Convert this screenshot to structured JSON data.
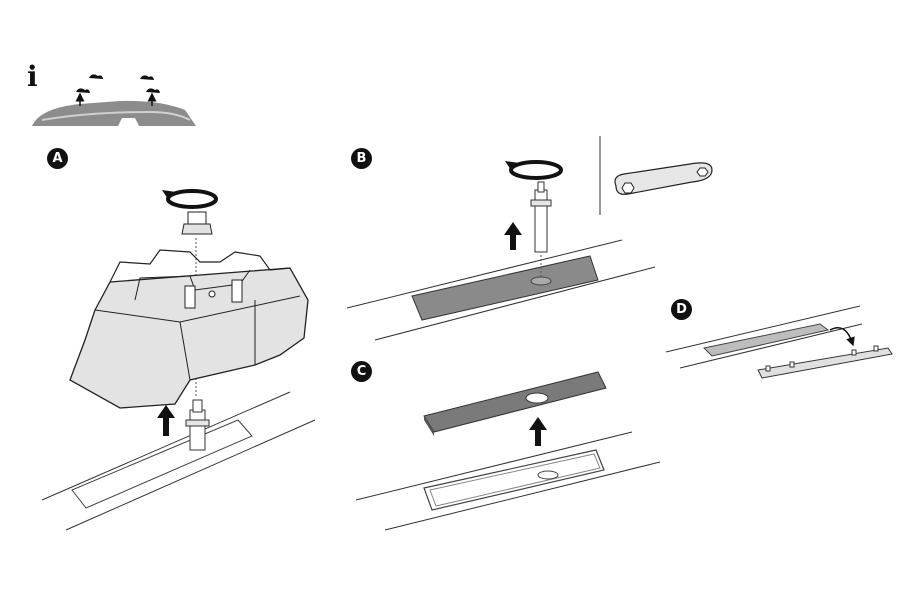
{
  "info": {
    "glyph": "i",
    "icon": "info-icon"
  },
  "steps": [
    {
      "id": "A",
      "label": "A"
    },
    {
      "id": "B",
      "label": "B"
    },
    {
      "id": "C",
      "label": "C"
    },
    {
      "id": "D",
      "label": "D"
    }
  ],
  "colors": {
    "ink": "#111111",
    "grey_plate": "#8a8a8a",
    "grey_foot": "#d9d9d9",
    "roof": "#8c8c8c",
    "line": "#333333"
  },
  "icons": [
    "info-icon",
    "rotate-icon",
    "arrow-up-icon",
    "curved-arrow-icon",
    "key-tool-icon"
  ]
}
